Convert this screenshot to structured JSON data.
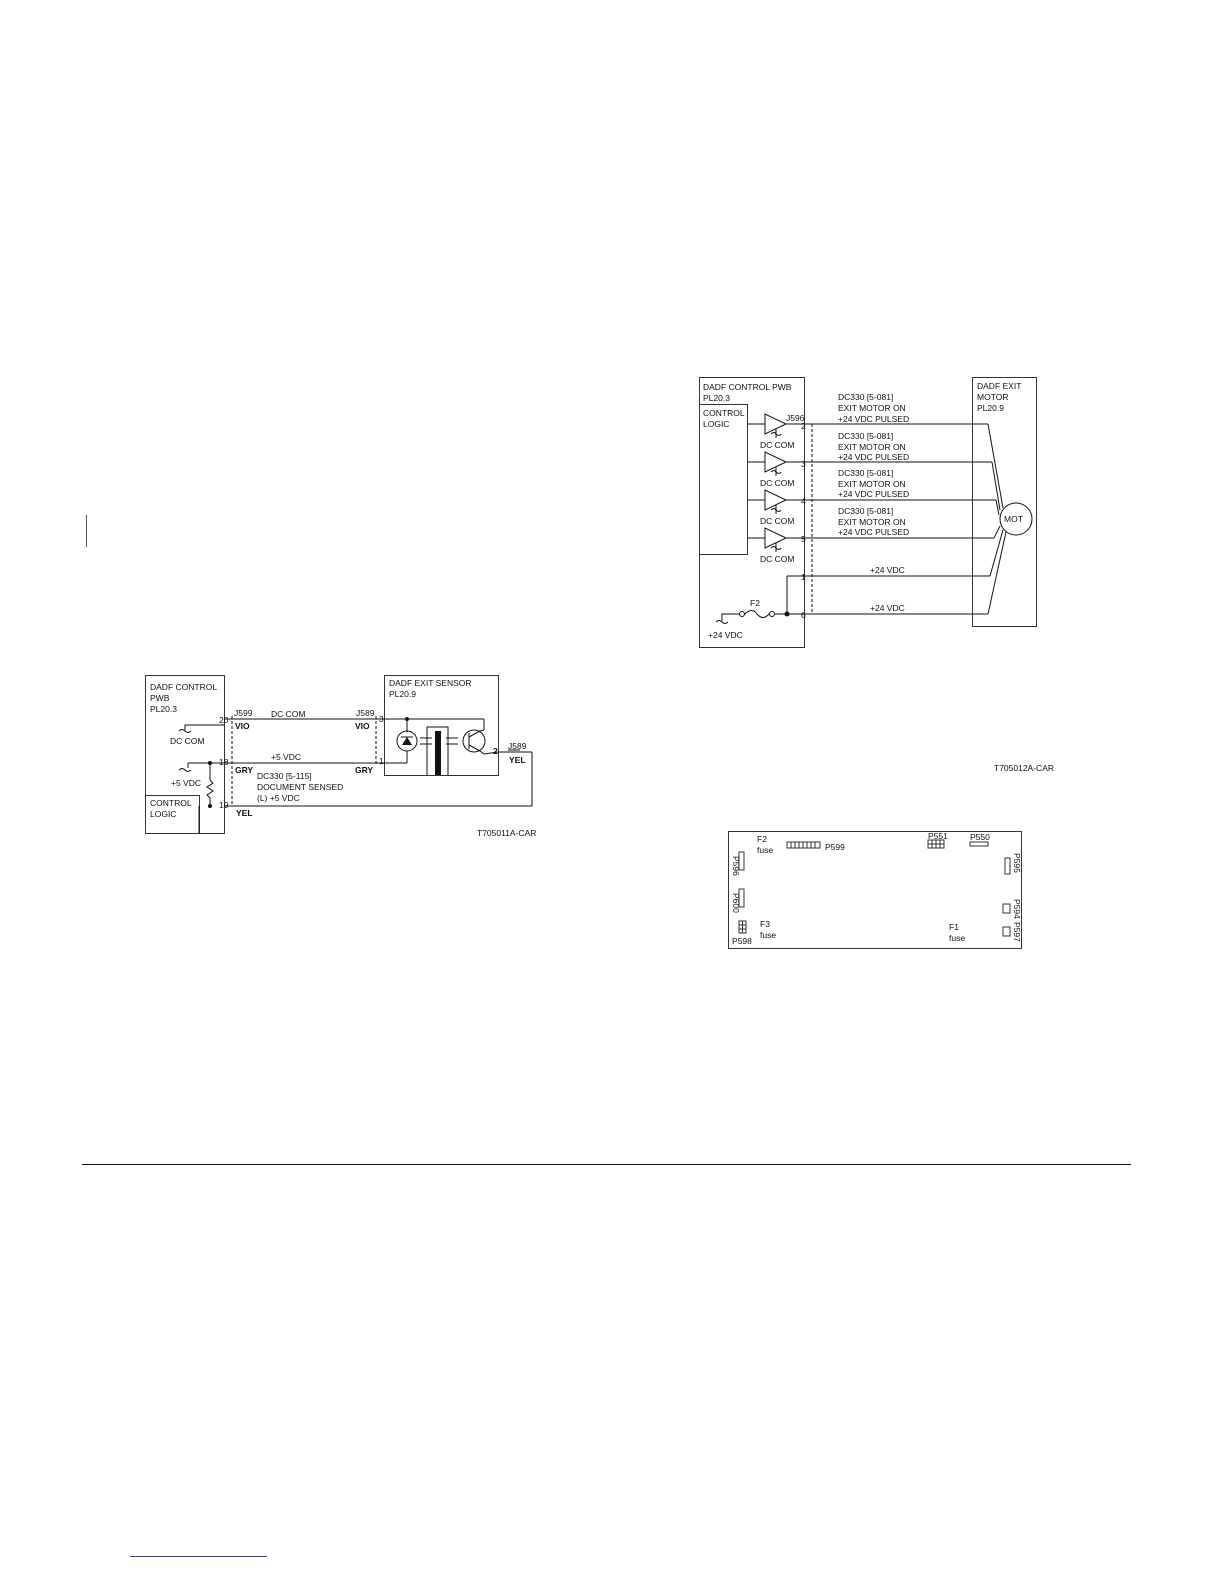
{
  "left_diagram": {
    "pwb_title": [
      "DADF CONTROL",
      "PWB",
      "PL20.3"
    ],
    "control_logic": [
      "CONTROL",
      "LOGIC"
    ],
    "sensor_title": [
      "DADF EXIT SENSOR",
      "PL20.9"
    ],
    "conn_j599": "J599",
    "conn_j589_top": "J589",
    "conn_j589_right": "J589",
    "pin_20": "20",
    "pin_18": "18",
    "pin_19": "19",
    "pin_3": "3",
    "pin_1": "1",
    "pin_2": "2",
    "vio_left": "VIO",
    "vio_right": "VIO",
    "gry_left": "GRY",
    "gry_right": "GRY",
    "yel_bottom": "YEL",
    "yel_right": "YEL",
    "dc_com_line": "DC COM",
    "dc_com_ground": "DC COM",
    "plus5_line": "+5 VDC",
    "plus5_source": "+5 VDC",
    "signal_note": [
      "DC330 [5-115]",
      "DOCUMENT SENSED",
      "(L) +5 VDC"
    ],
    "figure_id": "T705011A-CAR"
  },
  "right_diagram": {
    "pwb_title": [
      "DADF CONTROL PWB",
      "PL20.3"
    ],
    "control_logic": [
      "CONTROL",
      "LOGIC"
    ],
    "motor_title": [
      "DADF EXIT",
      "MOTOR",
      "PL20.9"
    ],
    "motor_label": "MOT",
    "connector": "J596",
    "pins": [
      "2",
      "3",
      "4",
      "5",
      "1",
      "6"
    ],
    "driver_ground_label": "DC COM",
    "signal_note": [
      "DC330 [5-081]",
      "EXIT MOTOR ON",
      "+24 VDC PULSED"
    ],
    "supply_line_label": "+24 VDC",
    "fuse_label": "F2",
    "source_label": "+24 VDC",
    "figure_id": "T705012A-CAR"
  },
  "board_layout": {
    "f2": "F2",
    "f2_fuse": "fuse",
    "p599": "P599",
    "p551": "P551",
    "p550": "P550",
    "p596": "P596",
    "p595": "P595",
    "p600": "P600",
    "p594": "P594",
    "f3": "F3",
    "f3_fuse": "fuse",
    "p598": "P598",
    "f1": "F1",
    "f1_fuse": "fuse",
    "p597": "P597"
  }
}
